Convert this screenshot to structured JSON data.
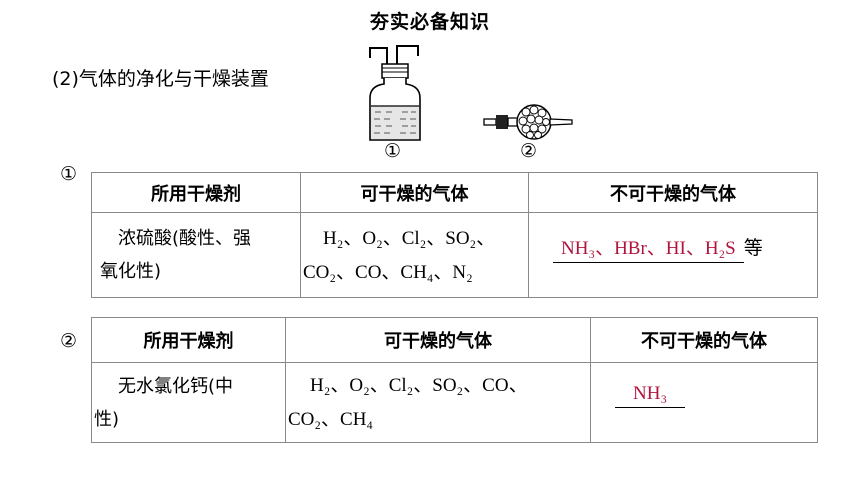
{
  "page_title": "夯实必备知识",
  "subtitle": "(2)气体的净化与干燥装置",
  "apparatus": [
    {
      "label": "①",
      "kind": "gas-washing-bottle"
    },
    {
      "label": "②",
      "kind": "drying-tube"
    }
  ],
  "table1": {
    "marker": "①",
    "headers": [
      "所用干燥剂",
      "可干燥的气体",
      "不可干燥的气体"
    ],
    "agent_line1": "浓硫酸(酸性、强",
    "agent_line2": "氧化性)",
    "dryable_line1": "H₂、O₂、Cl₂、SO₂、",
    "dryable_line2": "CO₂、CO、CH₄、N₂",
    "not_dryable_answer": "NH₃、HBr、HI、H₂S",
    "not_dryable_suffix": "等"
  },
  "table2": {
    "marker": "②",
    "headers": [
      "所用干燥剂",
      "可干燥的气体",
      "不可干燥的气体"
    ],
    "agent_line1": "无水氯化钙(中",
    "agent_line2": "性)",
    "dryable_line1": "H₂、O₂、Cl₂、SO₂、CO、",
    "dryable_line2": "CO₂、CH₄",
    "not_dryable_answer": "NH₃"
  },
  "colors": {
    "answer": "#b0143c",
    "border": "#8a8a8a"
  }
}
